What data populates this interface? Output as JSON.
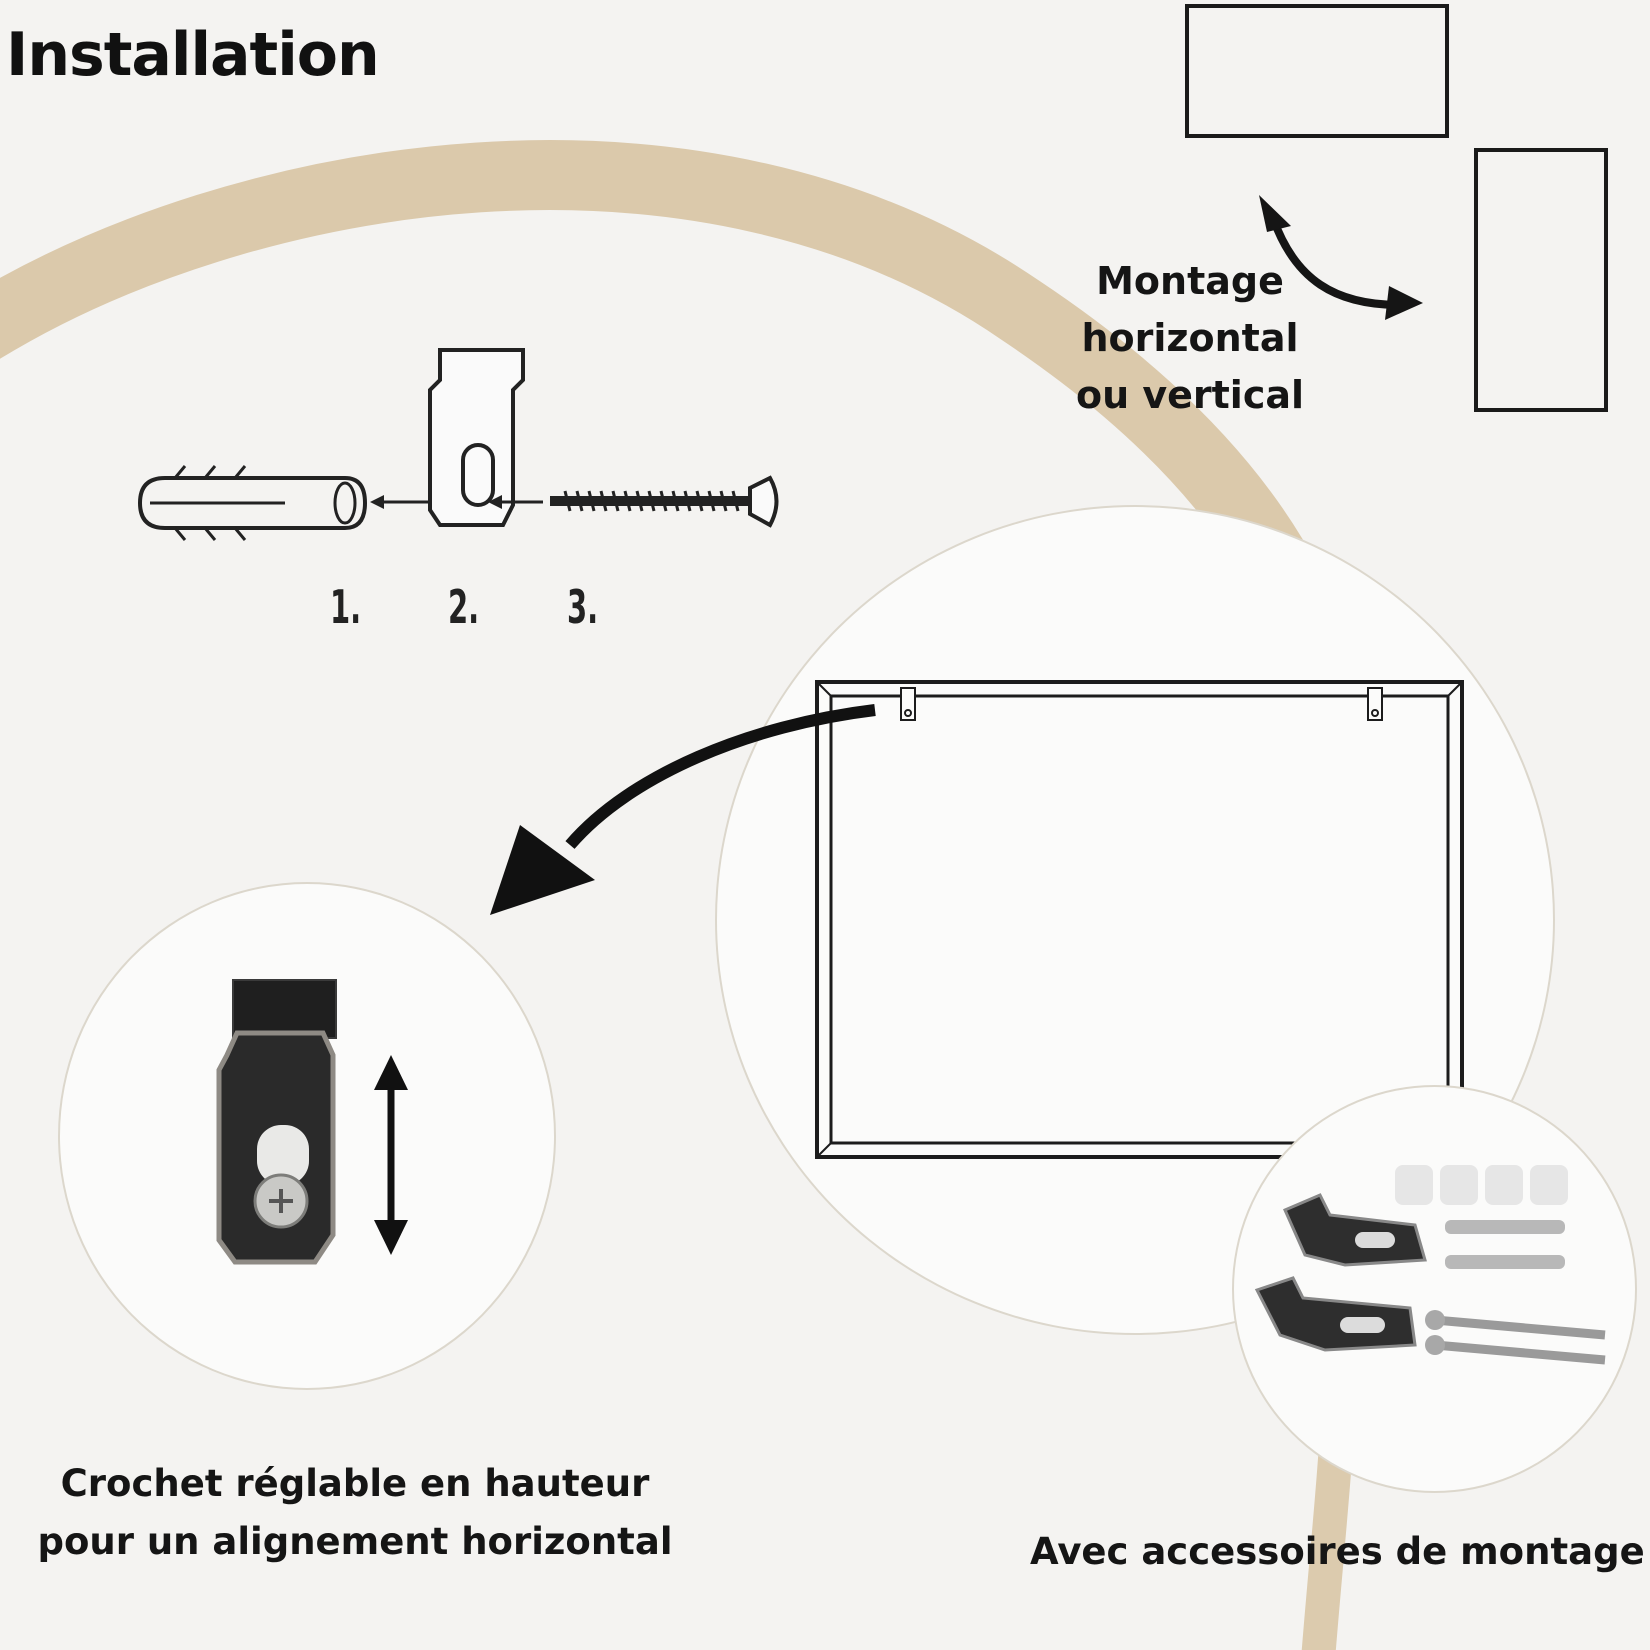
{
  "title": "Installation",
  "orientation": {
    "lines": [
      "Montage",
      "horizontal",
      "ou vertical"
    ]
  },
  "steps": [
    "1.",
    "2.",
    "3."
  ],
  "captions": {
    "hook": [
      "Crochet réglable en hauteur",
      "pour un alignement horizontal"
    ],
    "accessories": "Avec accessoires de montage"
  },
  "colors": {
    "background": "#f4f3f1",
    "swoosh": "#d9c6a6",
    "ink": "#151515"
  }
}
